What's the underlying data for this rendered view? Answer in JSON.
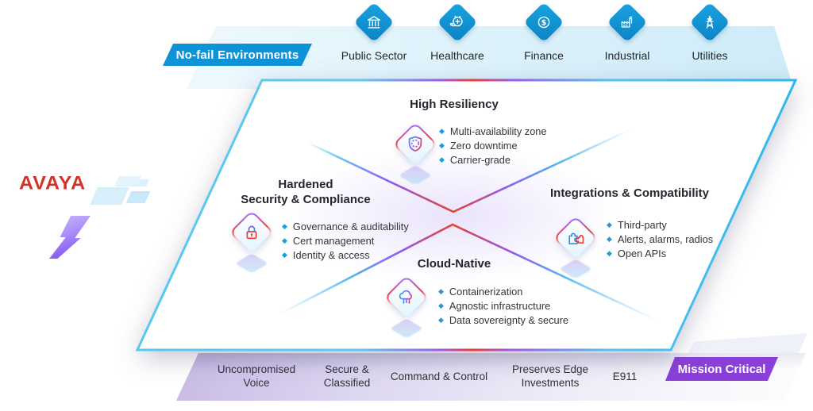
{
  "brand": {
    "logo": "AVAYA"
  },
  "no_fail": {
    "label": "No-fail Environments",
    "industries": [
      {
        "label": "Public Sector",
        "icon": "bank-icon"
      },
      {
        "label": "Healthcare",
        "icon": "stethoscope-icon"
      },
      {
        "label": "Finance",
        "icon": "finance-dollar-icon"
      },
      {
        "label": "Industrial",
        "icon": "factory-icon"
      },
      {
        "label": "Utilities",
        "icon": "power-tower-icon"
      }
    ]
  },
  "quadrants": [
    {
      "title_line1": "High Resiliency",
      "title_line2": "",
      "icon": "shield-check-icon",
      "bullets": [
        "Multi-availability zone",
        "Zero downtime",
        "Carrier-grade"
      ]
    },
    {
      "title_line1": "Hardened",
      "title_line2": "Security & Compliance",
      "icon": "lock-icon",
      "bullets": [
        "Governance & auditability",
        "Cert management",
        "Identity & access"
      ]
    },
    {
      "title_line1": "Integrations & Compatibility",
      "title_line2": "",
      "icon": "puzzle-icon",
      "bullets": [
        "Third-party",
        "Alerts, alarms, radios",
        "Open APIs"
      ]
    },
    {
      "title_line1": "Cloud-Native",
      "title_line2": "",
      "icon": "cloud-circuit-icon",
      "bullets": [
        "Containerization",
        "Agnostic infrastructure",
        "Data sovereignty & secure"
      ]
    }
  ],
  "mission": {
    "label": "Mission Critical",
    "items": [
      "Uncompromised\nVoice",
      "Secure &\nClassified",
      "Command & Control",
      "Preserves Edge\nInvestments",
      "E911"
    ]
  },
  "colors": {
    "industry_blue": "#1193d6",
    "nofail_label_blue": "#0e93d8",
    "mission_purple": "#8a3fd9",
    "bullet_blue": "#1d9cd8",
    "avaya_red": "#d53127"
  }
}
